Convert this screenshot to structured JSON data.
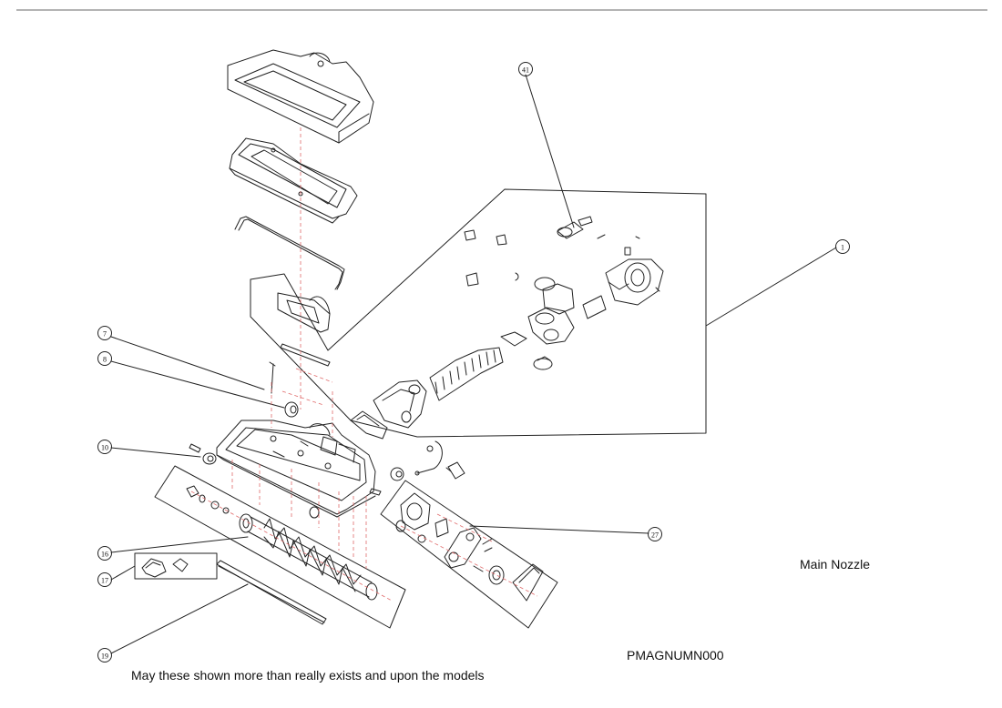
{
  "diagram": {
    "title": "Main Nozzle",
    "model_code": "PMAGNUMN000",
    "footnote": "May these shown more than really exists and upon the models",
    "callouts": [
      "7",
      "8",
      "10",
      "16",
      "17",
      "19",
      "27",
      "41",
      "1"
    ]
  }
}
